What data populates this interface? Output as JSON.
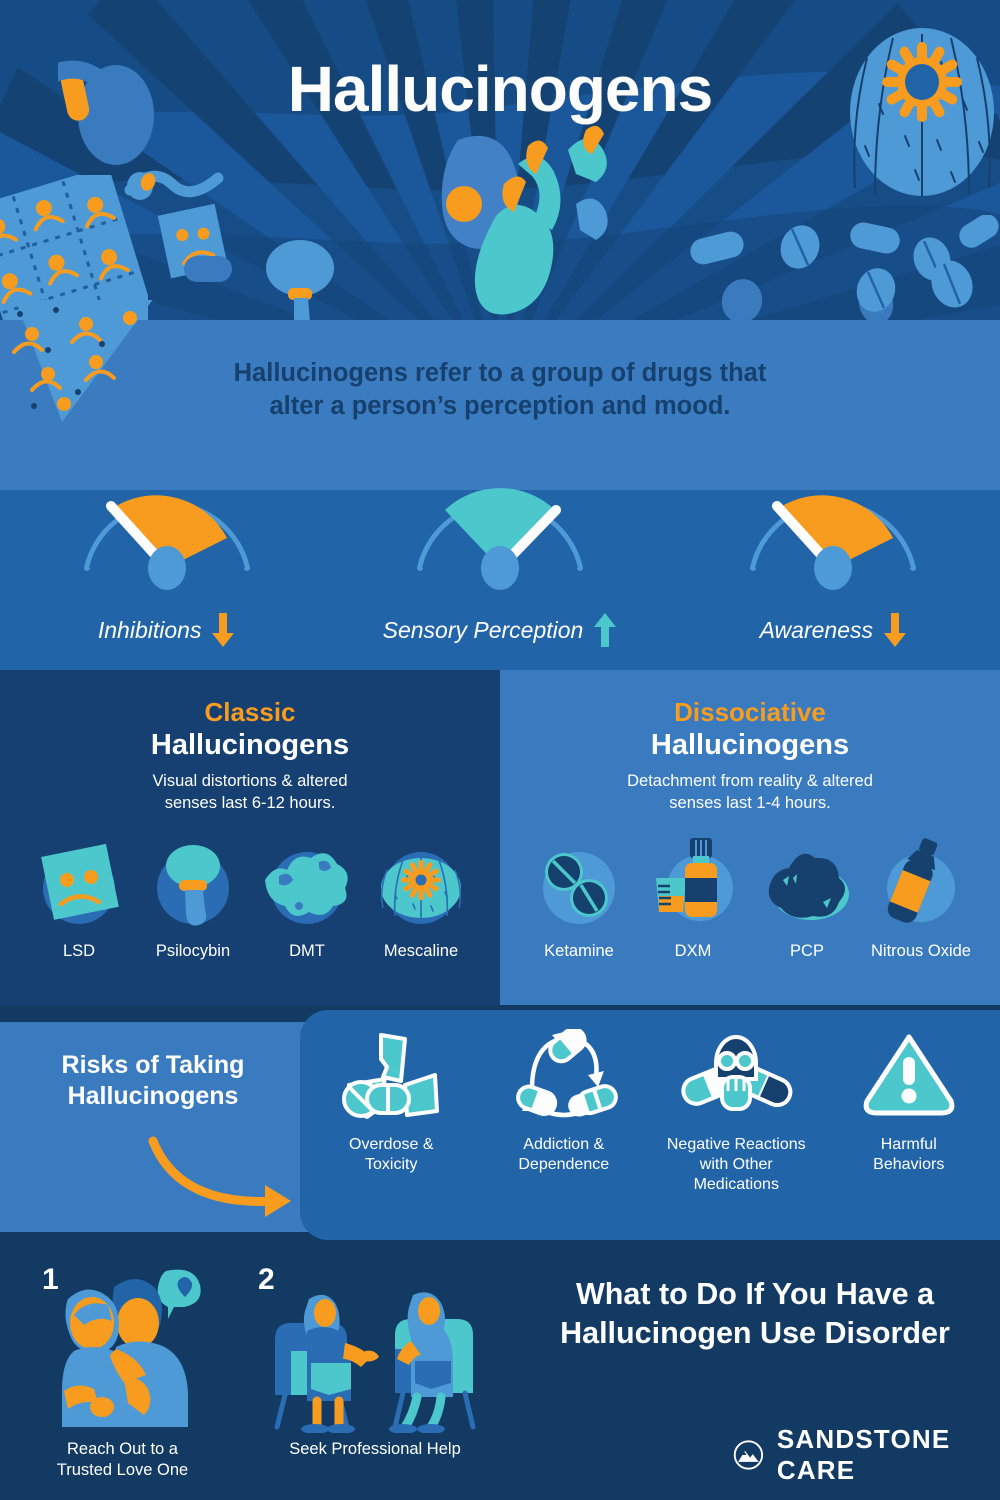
{
  "header": {
    "title": "Hallucinogens",
    "decor_icons": [
      "lsd-blotter-sheet",
      "lsd-blotter-square",
      "mushroom",
      "capsule-pill",
      "tablet-pill",
      "peyote-cactus-flower",
      "floating-person"
    ]
  },
  "subtitle": {
    "line1": "Hallucinogens refer to a group of drugs that",
    "line2": "alter a person’s perception and mood."
  },
  "gauges": [
    {
      "label": "Inhibitions",
      "direction": "down",
      "arrow_icon": "arrow-down-icon",
      "dial_color": "#f79c1e",
      "arrow_color": "#f79c1e",
      "needle_angle_deg": -131,
      "fill_from_deg": -131,
      "fill_to_deg": -40
    },
    {
      "label": "Sensory Perception",
      "direction": "up",
      "arrow_icon": "arrow-up-icon",
      "dial_color": "#4cc8cd",
      "arrow_color": "#4cc8cd",
      "needle_angle_deg": -47,
      "fill_from_deg": -131,
      "fill_to_deg": -47
    },
    {
      "label": "Awareness",
      "direction": "down",
      "arrow_icon": "arrow-down-icon",
      "dial_color": "#f79c1e",
      "arrow_color": "#f79c1e",
      "needle_angle_deg": -131,
      "fill_from_deg": -131,
      "fill_to_deg": -40
    }
  ],
  "categories": [
    {
      "kicker": "Classic",
      "title": "Hallucinogens",
      "desc_line1": "Visual distortions & altered",
      "desc_line2": "senses last 6-12 hours.",
      "items": [
        {
          "name": "LSD",
          "icon": "lsd-blotter-icon"
        },
        {
          "name": "Psilocybin",
          "icon": "mushroom-icon"
        },
        {
          "name": "DMT",
          "icon": "dmt-bark-icon"
        },
        {
          "name": "Mescaline",
          "icon": "peyote-cactus-icon"
        }
      ]
    },
    {
      "kicker": "Dissociative",
      "title": "Hallucinogens",
      "desc_line1": "Detachment from reality & altered",
      "desc_line2": "senses last 1-4 hours.",
      "items": [
        {
          "name": "Ketamine",
          "icon": "tablets-icon"
        },
        {
          "name": "DXM",
          "icon": "cough-syrup-bottle-icon"
        },
        {
          "name": "PCP",
          "icon": "pcp-rock-icon"
        },
        {
          "name": "Nitrous Oxide",
          "icon": "nitrous-canister-icon"
        }
      ]
    }
  ],
  "risks": {
    "heading_line1": "Risks of Taking",
    "heading_line2": "Hallucinogens",
    "arrow_icon": "curved-arrow-right-icon",
    "items": [
      {
        "text_line1": "Overdose &",
        "text_line2": "Toxicity",
        "text_line3": "",
        "icon": "broken-pills-icon"
      },
      {
        "text_line1": "Addiction &",
        "text_line2": "Dependence",
        "text_line3": "",
        "icon": "pill-cycle-icon"
      },
      {
        "text_line1": "Negative Reactions",
        "text_line2": "with Other",
        "text_line3": "Medications",
        "icon": "skull-pills-icon"
      },
      {
        "text_line1": "Harmful",
        "text_line2": "Behaviors",
        "text_line3": "",
        "icon": "warning-triangle-icon"
      }
    ]
  },
  "footer": {
    "title_line1": "What to Do If You Have a",
    "title_line2": "Hallucinogen Use Disorder",
    "steps": [
      {
        "number": "1",
        "caption_line1": "Reach Out to a",
        "caption_line2": "Trusted Love One",
        "icon": "couple-embrace-icon"
      },
      {
        "number": "2",
        "caption_line1": "Seek Professional Help",
        "caption_line2": "",
        "icon": "therapy-session-icon"
      }
    ],
    "brand": "SANDSTONE CARE",
    "brand_icon": "sandstone-mountain-logo-icon"
  },
  "colors": {
    "navy_dark": "#123a63",
    "navy": "#154071",
    "blue_mid": "#2164a8",
    "blue": "#3a7bc0",
    "blue_light": "#4e9ad6",
    "teal": "#4cc8cd",
    "orange": "#f79c1e",
    "white": "#ffffff"
  }
}
